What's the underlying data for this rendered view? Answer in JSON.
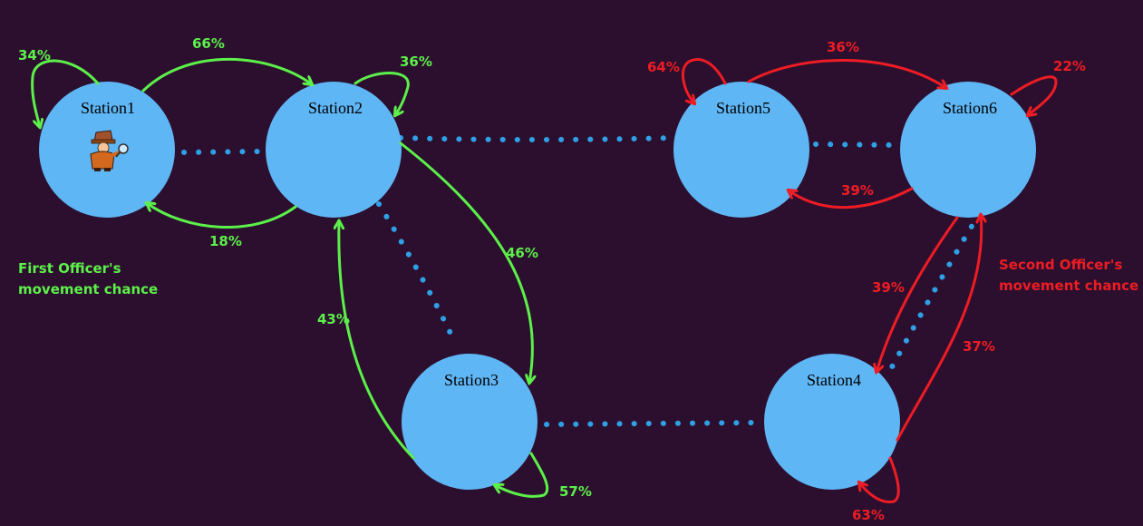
{
  "colors": {
    "background": "#2c0f2e",
    "node_fill": "#5fb6f5",
    "dotted_link": "#2fa0e6",
    "first_officer": "#5cf04a",
    "second_officer": "#ee1c24"
  },
  "stations": [
    {
      "id": "s1",
      "label": "Station1"
    },
    {
      "id": "s2",
      "label": "Station2"
    },
    {
      "id": "s3",
      "label": "Station3"
    },
    {
      "id": "s4",
      "label": "Station4"
    },
    {
      "id": "s5",
      "label": "Station5"
    },
    {
      "id": "s6",
      "label": "Station6"
    }
  ],
  "links": [
    {
      "from": "s1",
      "to": "s2"
    },
    {
      "from": "s2",
      "to": "s5"
    },
    {
      "from": "s2",
      "to": "s3"
    },
    {
      "from": "s3",
      "to": "s4"
    },
    {
      "from": "s5",
      "to": "s6"
    },
    {
      "from": "s6",
      "to": "s4"
    }
  ],
  "first_officer": {
    "caption_line1": "First Officer's",
    "caption_line2": "movement chance",
    "icon": "detective-icon",
    "current_station": "s1",
    "transitions": [
      {
        "from": "s1",
        "to": "s1",
        "label": "34%"
      },
      {
        "from": "s1",
        "to": "s2",
        "label": "66%"
      },
      {
        "from": "s2",
        "to": "s2",
        "label": "36%"
      },
      {
        "from": "s2",
        "to": "s1",
        "label": "18%"
      },
      {
        "from": "s2",
        "to": "s3",
        "label": "46%"
      },
      {
        "from": "s3",
        "to": "s2",
        "label": "43%"
      },
      {
        "from": "s3",
        "to": "s3",
        "label": "57%"
      }
    ]
  },
  "second_officer": {
    "caption_line1": "Second Officer's",
    "caption_line2": "movement chance",
    "transitions": [
      {
        "from": "s5",
        "to": "s5",
        "label": "64%"
      },
      {
        "from": "s5",
        "to": "s6",
        "label": "36%"
      },
      {
        "from": "s6",
        "to": "s6",
        "label": "22%"
      },
      {
        "from": "s6",
        "to": "s5",
        "label": "39%"
      },
      {
        "from": "s6",
        "to": "s4",
        "label": "39%"
      },
      {
        "from": "s4",
        "to": "s6",
        "label": "37%"
      },
      {
        "from": "s4",
        "to": "s4",
        "label": "63%"
      }
    ]
  }
}
